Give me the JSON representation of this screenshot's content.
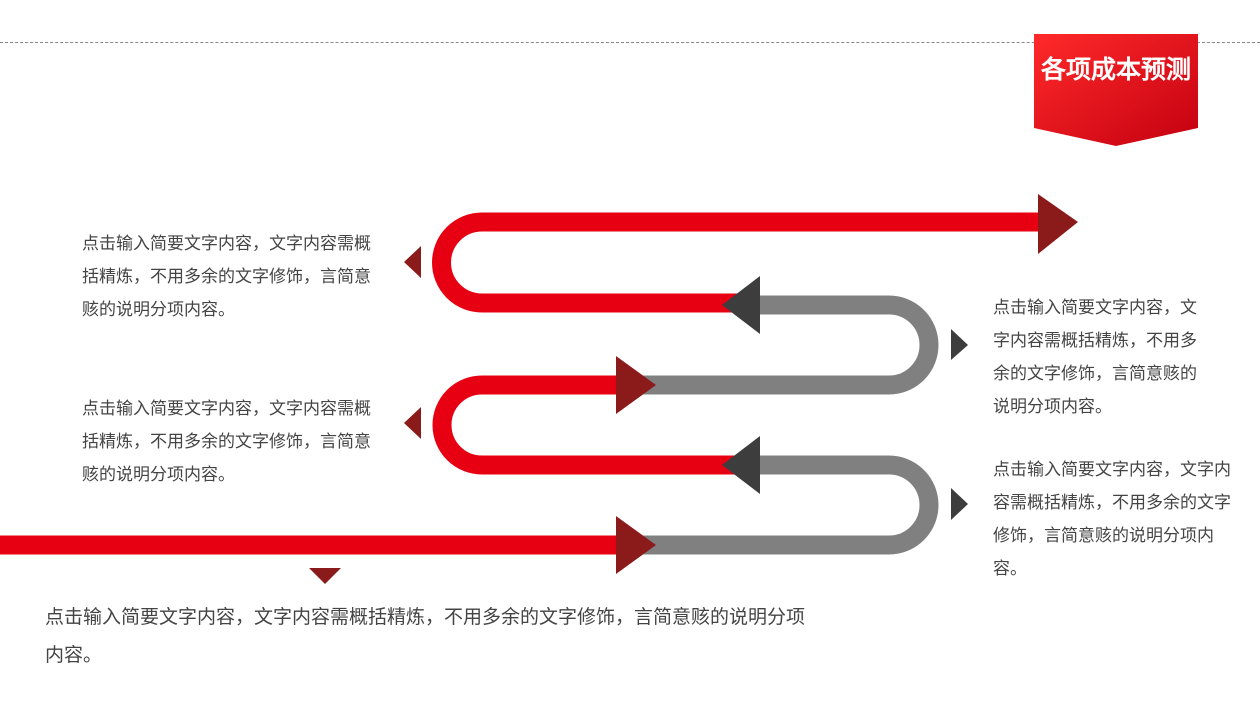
{
  "badge": {
    "title": "各项成本预测"
  },
  "left_blocks": [
    {
      "text": "点击输入简要文字内容，文字内容需概括精炼，不用多余的文字修饰，言简意赅的说明分项内容。"
    },
    {
      "text": "点击输入简要文字内容，文字内容需概括精炼，不用多余的文字修饰，言简意赅的说明分项内容。"
    }
  ],
  "right_blocks": [
    {
      "text": "点击输入简要文字内容，文字内容需概括精炼，不用多余的文字修饰，言简意赅的说明分项内容。"
    },
    {
      "text": "点击输入简要文字内容，文字内容需概括精炼，不用多余的文字修饰，言简意赅的说明分项内容。"
    }
  ],
  "bottom_block": {
    "text": "点击输入简要文字内容，文字内容需概括精炼，不用多余的文字修饰，言简意赅的说明分项内容。"
  },
  "colors": {
    "red": "#e60012",
    "dark_red": "#8b1a1a",
    "gray": "#808080",
    "dark_gray": "#3d3d3d"
  }
}
